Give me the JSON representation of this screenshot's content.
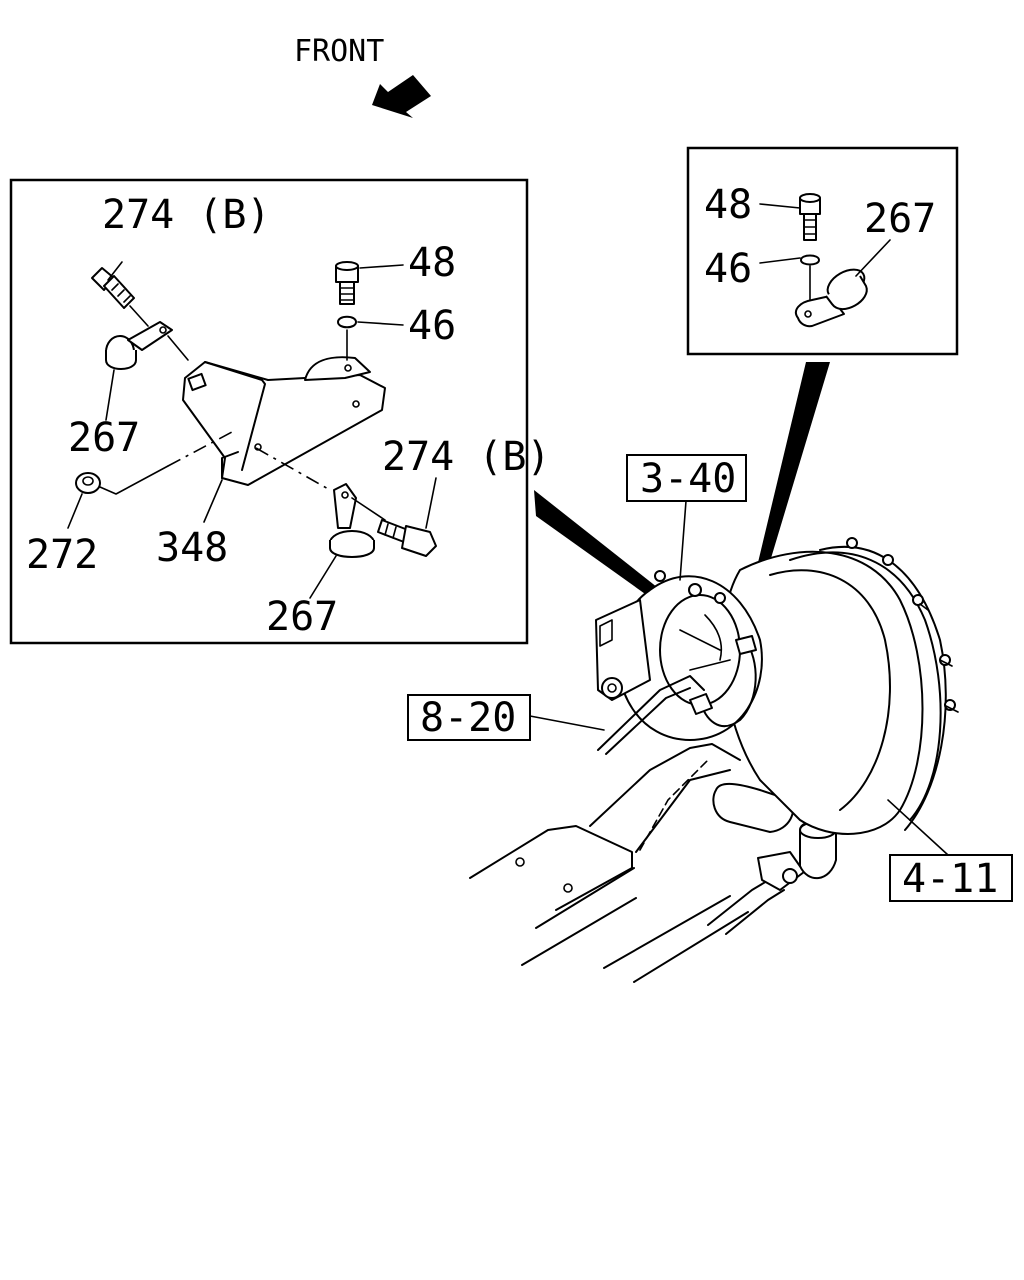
{
  "direction": {
    "label": "FRONT"
  },
  "detail_left": {
    "callouts": {
      "bolt_top": "274 (B)",
      "bolt_48": "48",
      "washer_46": "46",
      "clamp_upper": "267",
      "nut": "272",
      "bracket": "348",
      "bolt_right": "274 (B)",
      "clamp_lower": "267"
    }
  },
  "detail_right": {
    "callouts": {
      "bolt_48": "48",
      "washer_46": "46",
      "clamp": "267"
    }
  },
  "references": {
    "ref_3_40": "3-40",
    "ref_8_20": "8-20",
    "ref_4_11": "4-11"
  }
}
